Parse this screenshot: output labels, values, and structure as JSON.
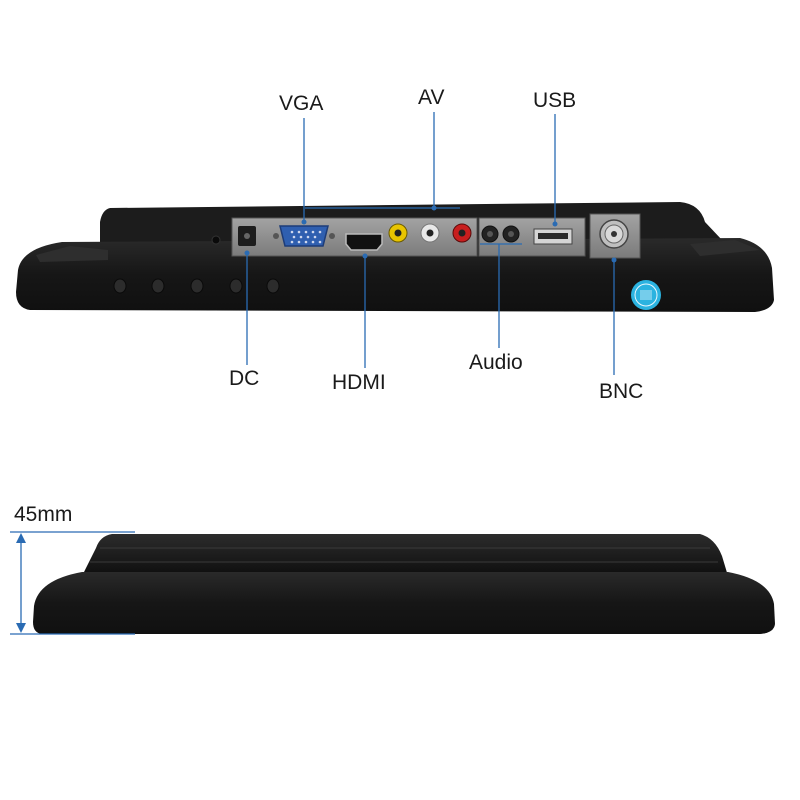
{
  "labels": {
    "vga": "VGA",
    "av": "AV",
    "usb": "USB",
    "dc": "DC",
    "hdmi": "HDMI",
    "audio": "Audio",
    "bnc": "BNC"
  },
  "dimension": {
    "depth": "45mm"
  },
  "colors": {
    "callout_line": "#2a6bb3",
    "monitor_body": "#1b1b1b",
    "port_panel": "#8d8d8d",
    "vga_connector": "#2f5fb0",
    "av_yellow": "#e8c400",
    "av_white": "#e8e8e8",
    "av_red": "#c81e1e",
    "sticker": "#2bb3e0"
  }
}
